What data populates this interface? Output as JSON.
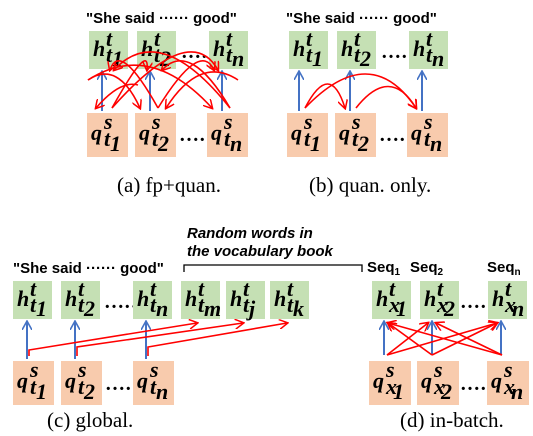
{
  "panels": {
    "a": {
      "quote": "\"She said ······ good\"",
      "dots": "……",
      "caption": "(a)  fp+quan."
    },
    "b": {
      "quote": "\"She said ······ good\"",
      "dots": "……",
      "caption": "(b)  quan. only."
    },
    "c": {
      "quote": "\"She said ······ good\"",
      "dots": "……",
      "random_words_line1": "Random words in",
      "random_words_line2": "the vocabulary book",
      "caption": "(c)  global."
    },
    "d": {
      "seq_labels": [
        "Seq",
        "Seq",
        "Seq"
      ],
      "seq_subs": [
        "1",
        "2",
        "n"
      ],
      "dots": "……",
      "caption": "(d)  in-batch."
    }
  },
  "symbols": {
    "h": "h",
    "q": "q",
    "sup_t": "t",
    "sup_s": "s",
    "sub_t": "t",
    "sub_x": "x",
    "idx_1": "1",
    "idx_2": "2",
    "idx_n": "n",
    "idx_m": "m",
    "idx_j": "j",
    "idx_k": "k"
  },
  "colors": {
    "h_box": "#c5e0b4",
    "q_box": "#f8cbad",
    "arrow_blue": "#4472c4",
    "arrow_red": "#ff0000"
  }
}
